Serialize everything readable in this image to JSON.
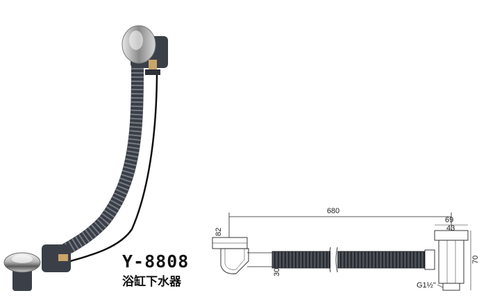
{
  "product": {
    "model_code": "Y-8808",
    "description": "浴缸下水器"
  },
  "diagram": {
    "dimensions": {
      "overall_length": "680",
      "overflow_width": "69",
      "overflow_inner": "43",
      "drain_width": "82",
      "drain_height": "30",
      "overflow_height": "70",
      "thread": "G1½\""
    }
  }
}
